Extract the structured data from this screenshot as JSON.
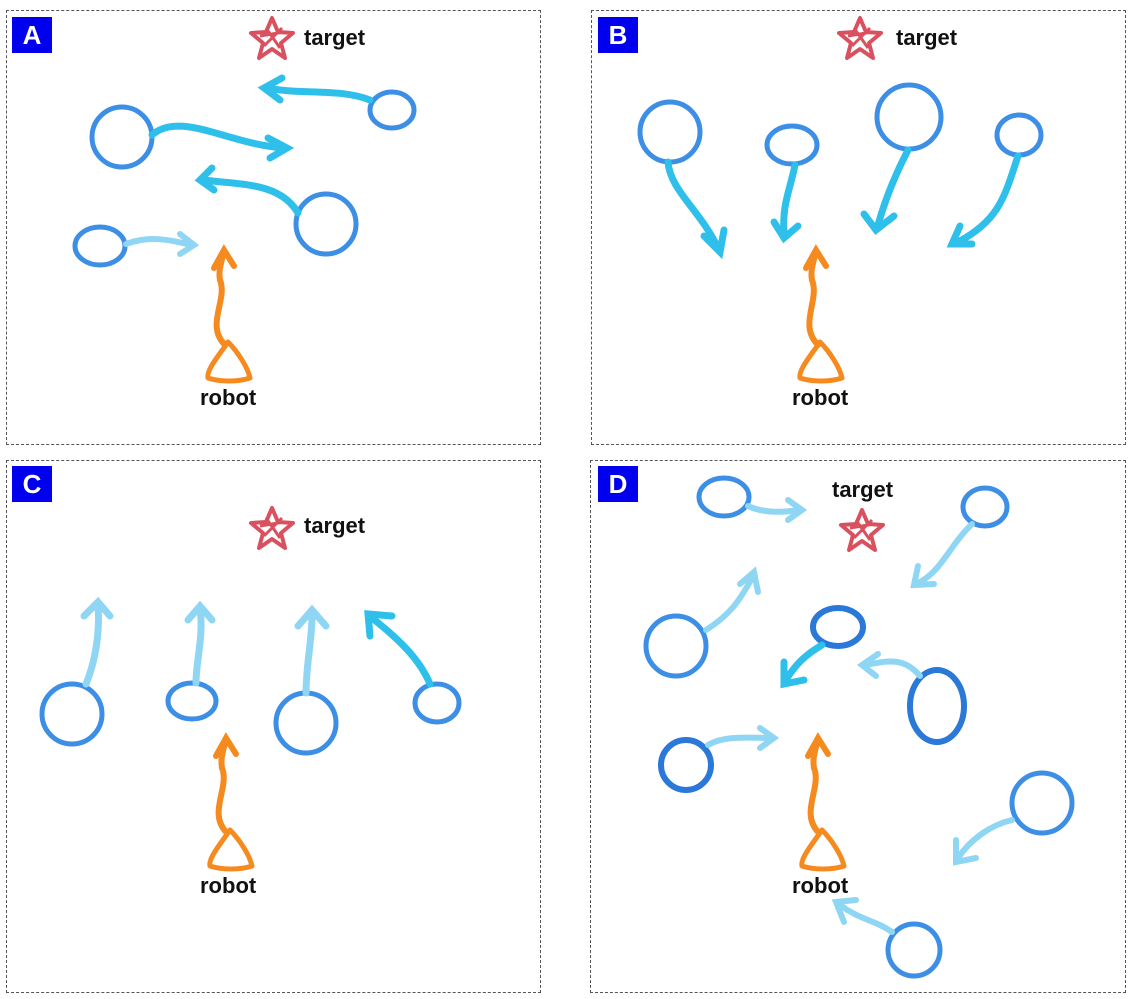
{
  "panels": [
    {
      "letter": "A",
      "target_label": "target",
      "robot_label": "robot"
    },
    {
      "letter": "B",
      "target_label": "target",
      "robot_label": "robot"
    },
    {
      "letter": "C",
      "target_label": "target",
      "robot_label": "robot"
    },
    {
      "letter": "D",
      "target_label": "target",
      "robot_label": "robot"
    }
  ],
  "colors": {
    "badge": "#0000ee",
    "human_circle": "#3d8fe6",
    "arrow_bright": "#2ec0ea",
    "arrow_light": "#8fd6f5",
    "robot": "#f58a1f",
    "target_star": "#d9505f",
    "border": "#555555"
  }
}
